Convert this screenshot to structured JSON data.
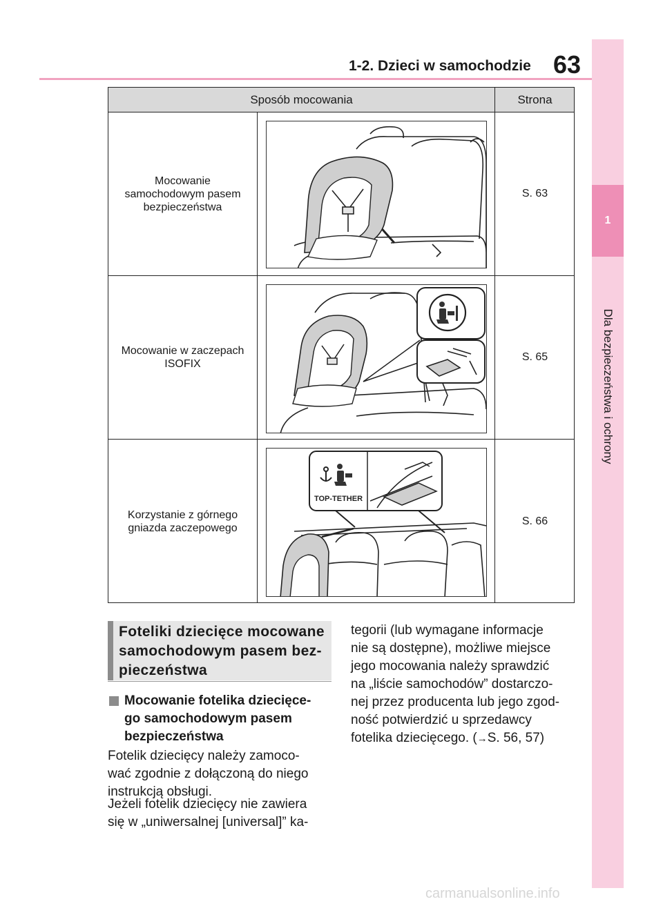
{
  "header": {
    "title": "1-2. Dzieci w samochodzie",
    "page_number": "63"
  },
  "side_tab": {
    "chapter": "1",
    "label": "Dla bezpieczeństwa i ochrony"
  },
  "table": {
    "headers": {
      "method": "Sposób mocowania",
      "page": "Strona"
    },
    "rows": [
      {
        "method": "Mocowanie\nsamochodowym pasem\nbezpieczeństwa",
        "page": "S. 63"
      },
      {
        "method": "Mocowanie w zaczepach\nISOFIX",
        "page": "S. 65"
      },
      {
        "method": "Korzystanie z górnego\ngniazda zaczepowego",
        "page": "S. 66"
      }
    ],
    "illustration_labels": {
      "top_tether": "TOP-TETHER"
    }
  },
  "section": {
    "title": "Foteliki dziecięce mocowane\nsamochodowym pasem bez-\npieczeństwa",
    "sub_heading": "Mocowanie fotelika dziecięce-\ngo samochodowym pasem\nbezpieczeństwa",
    "para1": "Fotelik dziecięcy należy zamoco-\nwać zgodnie z dołączoną do niego\ninstrukcją obsługi.",
    "para2": "Jeżeli fotelik dziecięcy nie zawiera\nsię w „uniwersalnej [universal]” ka-",
    "para3": "tegorii (lub wymagane informacje\nnie są dostępne), możliwe miejsce\njego mocowania należy sprawdzić\nna „liście samochodów” dostarczo-\nnej przez producenta lub jego zgod-\nność potwierdzić u sprzedawcy\nfotelika dziecięcego. (",
    "ref_arrow": "→",
    "ref_text": "S. 56, 57)"
  },
  "watermark": "carmanualsonline.info"
}
